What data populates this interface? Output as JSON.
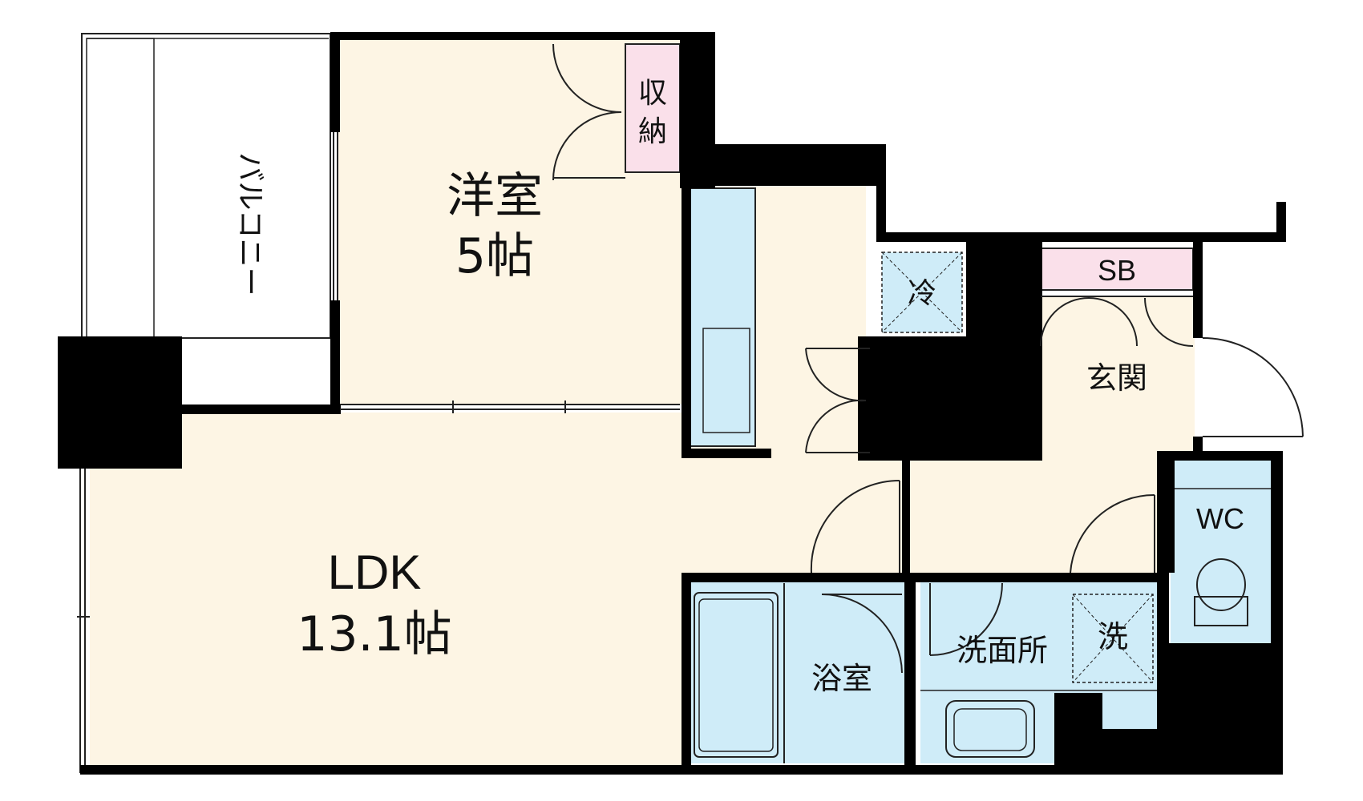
{
  "colors": {
    "wall": "#000000",
    "floor_room": "#fdf5e4",
    "floor_wet": "#cfecf8",
    "storage": "#fae0ea",
    "balcony": "#ffffff"
  },
  "rooms": {
    "western_room": {
      "name": "洋室",
      "size": "5帖"
    },
    "ldk": {
      "name": "LDK",
      "size": "13.1帖"
    },
    "balcony": {
      "name": "バルコニー"
    },
    "closet": {
      "name": "収納"
    },
    "fridge": {
      "name": "冷"
    },
    "shoe_box": {
      "name": "SB"
    },
    "entrance": {
      "name": "玄関"
    },
    "wc": {
      "name": "WC"
    },
    "washroom": {
      "name": "洗面所"
    },
    "washer": {
      "name": "洗"
    },
    "bathroom": {
      "name": "浴室"
    }
  }
}
